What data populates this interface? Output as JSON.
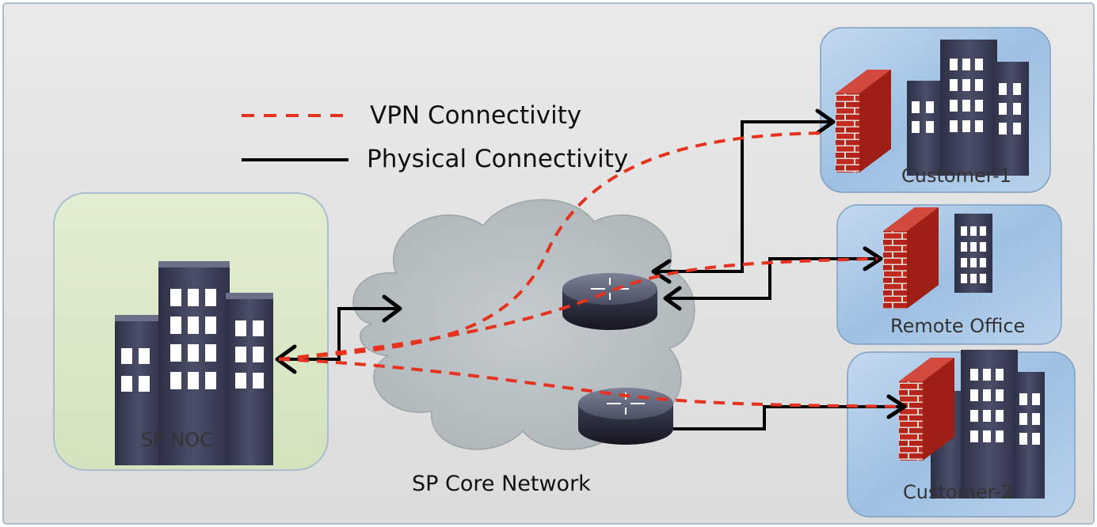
{
  "legend": {
    "vpn_label": "VPN Connectivity",
    "physical_label": "Physical Connectivity"
  },
  "sites": {
    "noc_label": "SP NOC",
    "core_label": "SP Core Network",
    "customer1_label": "Customer-1",
    "remote_office_label": "Remote Office",
    "customer2_label": "Customer-2"
  },
  "colors": {
    "vpn_line": "#e5331f",
    "physical_line": "#000000",
    "noc_panel": "#dbe8c6",
    "customer_panel": "#a9c8e6",
    "cloud": "#bfc6c9",
    "building": "#3b3f57",
    "firewall": "#c2281e"
  },
  "icons": [
    "building-icon",
    "router-icon",
    "firewall-icon",
    "cloud-icon"
  ]
}
